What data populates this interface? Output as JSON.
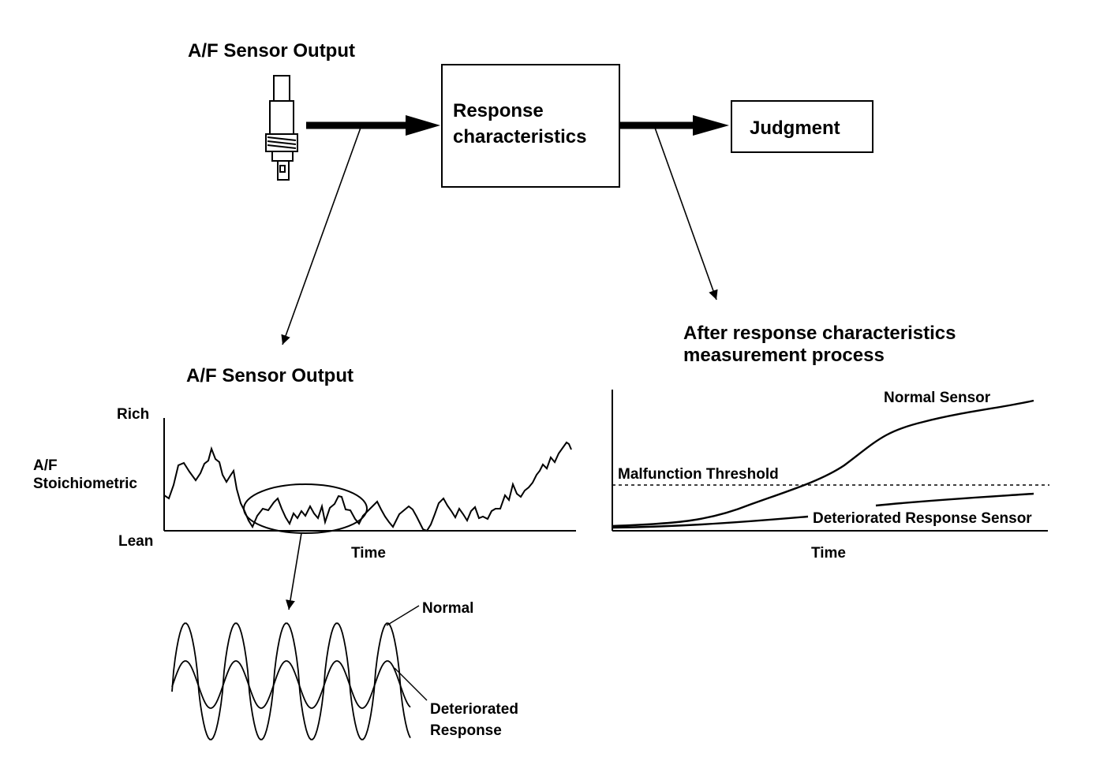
{
  "top": {
    "sensor_title": "A/F Sensor Output",
    "response_box_line1": "Response",
    "response_box_line2": "characteristics",
    "judgment_box": "Judgment"
  },
  "left_chart": {
    "title": "A/F Sensor Output",
    "y_top": "Rich",
    "y_mid_line1": "A/F",
    "y_mid_line2": "Stoichiometric",
    "y_bottom": "Lean",
    "x_label": "Time"
  },
  "detail": {
    "normal_label": "Normal",
    "deteriorated_line1": "Deteriorated",
    "deteriorated_line2": "Response"
  },
  "right_chart": {
    "title_line1": "After response characteristics",
    "title_line2": "measurement process",
    "normal_series": "Normal Sensor",
    "threshold_label": "Malfunction Threshold",
    "deteriorated_series": "Deteriorated Response Sensor",
    "x_label": "Time"
  },
  "colors": {
    "ink": "#000000",
    "background": "#ffffff"
  }
}
